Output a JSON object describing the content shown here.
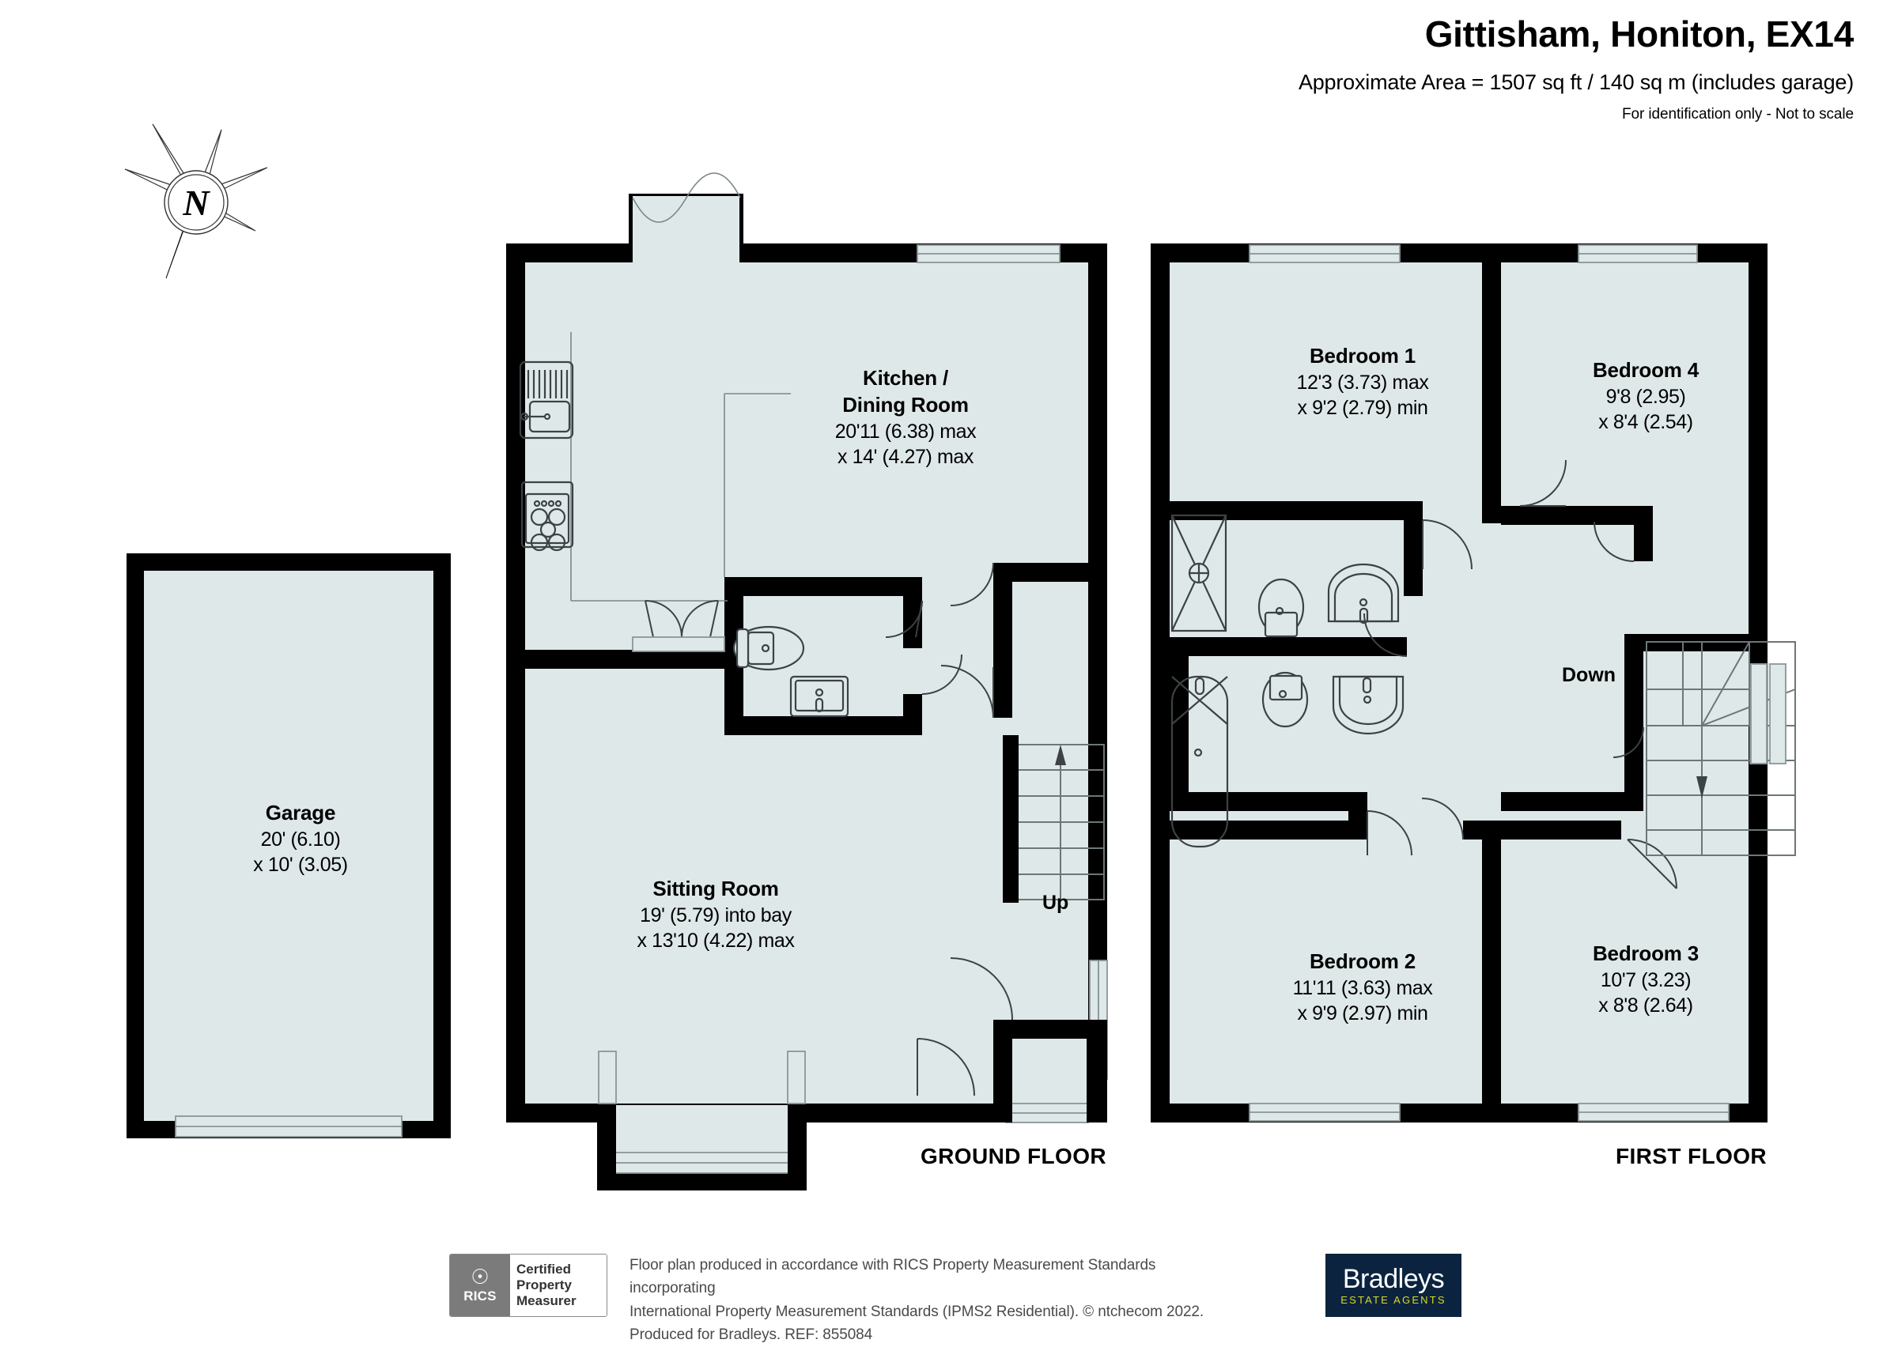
{
  "header": {
    "title": "Gittisham, Honiton, EX14",
    "area": "Approximate Area = 1507 sq ft / 140 sq m (includes garage)",
    "identification": "For identification only - Not to scale"
  },
  "compass": {
    "north_label": "N"
  },
  "floors": [
    {
      "id": "ground",
      "label": "GROUND FLOOR"
    },
    {
      "id": "first",
      "label": "FIRST FLOOR"
    }
  ],
  "rooms": {
    "garage": {
      "name": "Garage",
      "dim1": "20' (6.10)",
      "dim2": "x 10' (3.05)"
    },
    "kitchen": {
      "name": "Kitchen /",
      "name2": "Dining Room",
      "dim1": "20'11 (6.38) max",
      "dim2": "x 14' (4.27) max"
    },
    "sitting": {
      "name": "Sitting Room",
      "dim1": "19' (5.79) into bay",
      "dim2": "x 13'10 (4.22) max"
    },
    "bed1": {
      "name": "Bedroom 1",
      "dim1": "12'3 (3.73) max",
      "dim2": "x 9'2 (2.79) min"
    },
    "bed2": {
      "name": "Bedroom 2",
      "dim1": "11'11 (3.63) max",
      "dim2": "x 9'9 (2.97) min"
    },
    "bed3": {
      "name": "Bedroom 3",
      "dim1": "10'7 (3.23)",
      "dim2": "x 8'8 (2.64)"
    },
    "bed4": {
      "name": "Bedroom 4",
      "dim1": "9'8 (2.95)",
      "dim2": "x 8'4 (2.54)"
    }
  },
  "stairs": {
    "up": "Up",
    "down": "Down"
  },
  "footer": {
    "rics_mark": "RICS",
    "certified_line1": "Certified",
    "certified_line2": "Property",
    "certified_line3": "Measurer",
    "legal_line1": "Floor plan produced in accordance with RICS Property Measurement Standards incorporating",
    "legal_line2": "International Property Measurement Standards (IPMS2 Residential).   © ntchecom 2022.",
    "legal_line3": "Produced for Bradleys.   REF: 855084",
    "brand_name": "Bradleys",
    "brand_tagline": "ESTATE AGENTS"
  },
  "colors": {
    "room_fill": "#dfe8e9",
    "wall": "#000000",
    "fixture_stroke": "#3c4245",
    "brand_navy": "#0c2340",
    "brand_yellow": "#d9d923"
  }
}
